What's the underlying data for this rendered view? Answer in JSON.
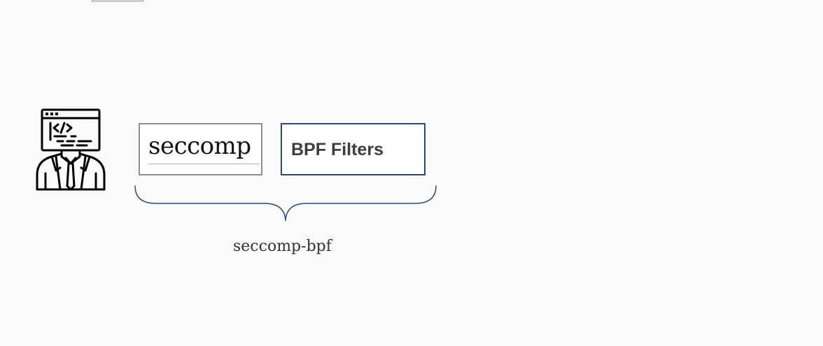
{
  "diagram": {
    "boxes": [
      {
        "label": "seccomp",
        "border_color": "#8e8e8e"
      },
      {
        "label": "BPF Filters",
        "border_color": "#2b4a7c"
      }
    ],
    "brace_label": "seccomp-bpf",
    "icon": "developer-with-code-screen-icon",
    "brace_color": "#2b4a7c"
  }
}
